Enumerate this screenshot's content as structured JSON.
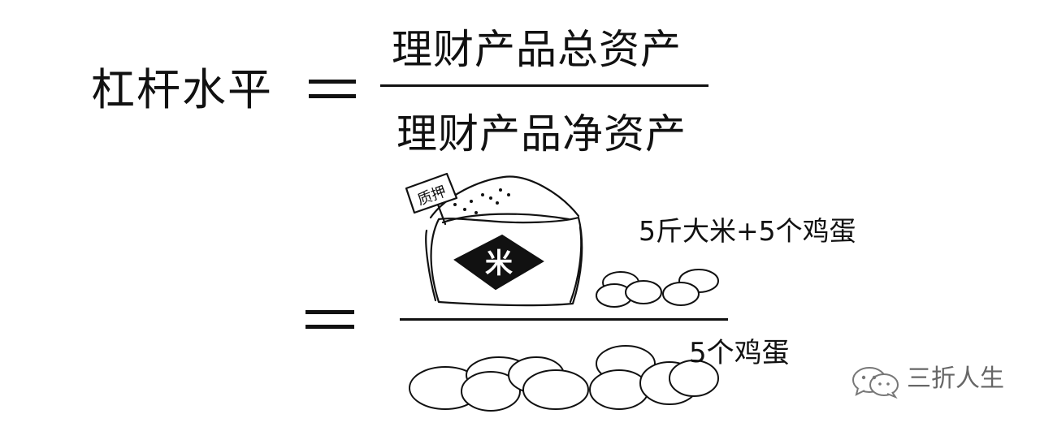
{
  "formula": {
    "lhs": "杠杆水平",
    "numerator": "理财产品总资产",
    "denominator": "理财产品净资产"
  },
  "illustration": {
    "tag_label": "质押",
    "bag_symbol": "米",
    "numerator_caption": "5斤大米+5个鸡蛋",
    "denominator_caption": "5个鸡蛋"
  },
  "watermark": {
    "icon": "wechat-icon",
    "label": "三折人生"
  }
}
